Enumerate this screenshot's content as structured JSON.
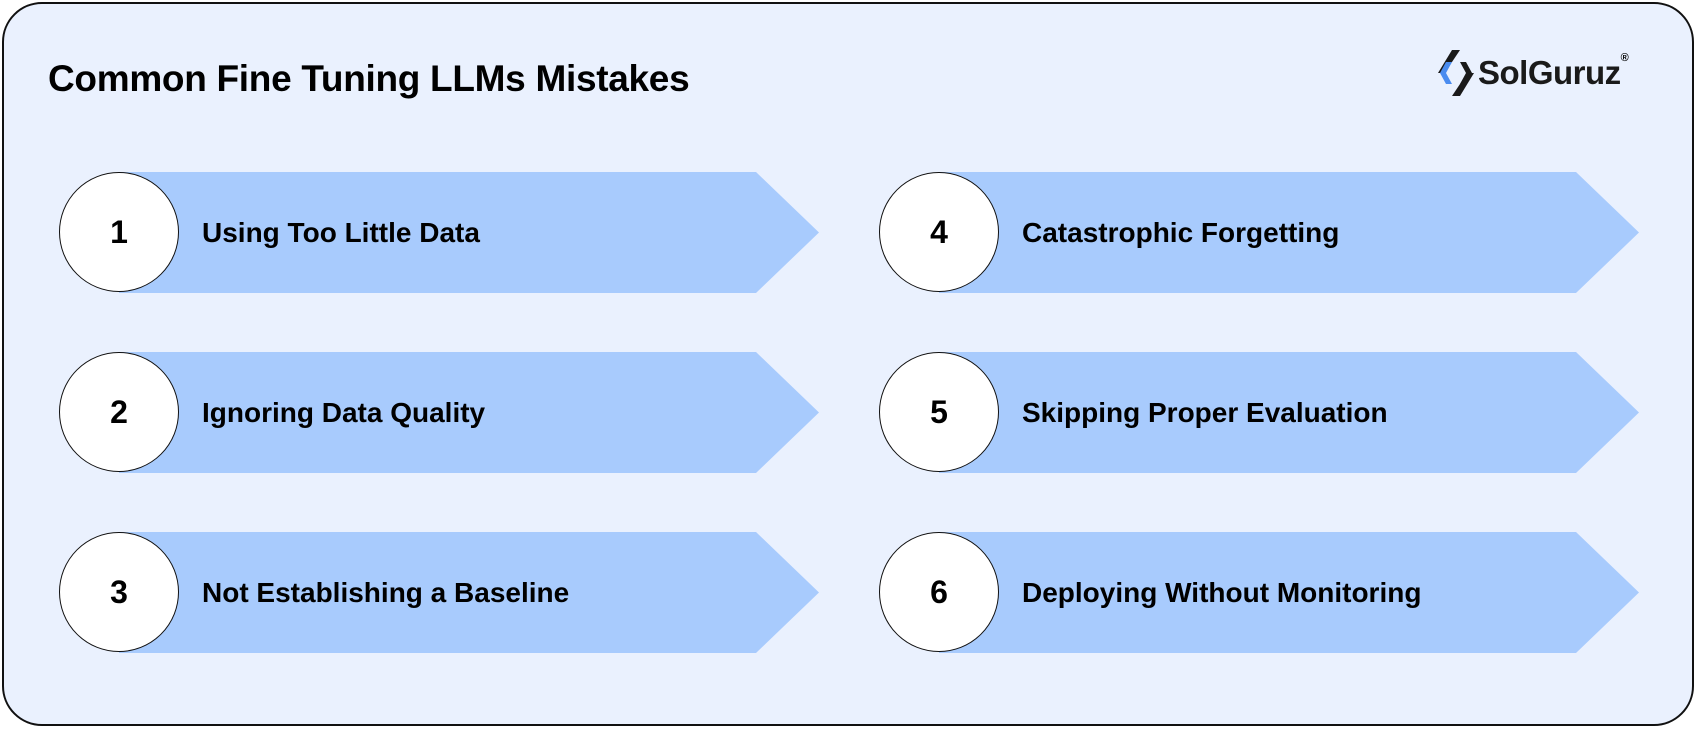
{
  "title": "Common Fine Tuning LLMs Mistakes",
  "brand": {
    "name": "SolGuruz",
    "registered_mark": "®",
    "colors": {
      "blue": "#4a8cf0",
      "dark": "#1a1a1a"
    }
  },
  "colors": {
    "background": "#eaf1fe",
    "band": "#a8cbfd"
  },
  "items": [
    {
      "number": "1",
      "label": "Using Too Little Data"
    },
    {
      "number": "2",
      "label": "Ignoring Data Quality"
    },
    {
      "number": "3",
      "label": "Not Establishing a Baseline"
    },
    {
      "number": "4",
      "label": "Catastrophic Forgetting"
    },
    {
      "number": "5",
      "label": "Skipping Proper Evaluation"
    },
    {
      "number": "6",
      "label": "Deploying Without Monitoring"
    }
  ]
}
